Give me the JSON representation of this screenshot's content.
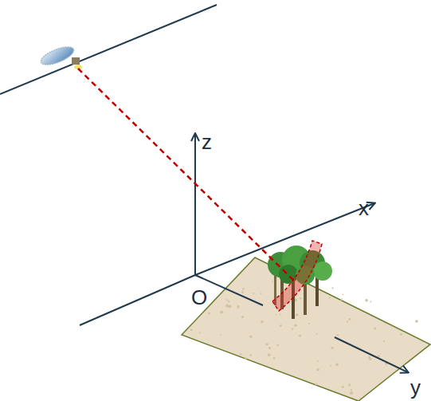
{
  "diagram": {
    "labels": [
      "z",
      "x",
      "O",
      "y"
    ]
  }
}
